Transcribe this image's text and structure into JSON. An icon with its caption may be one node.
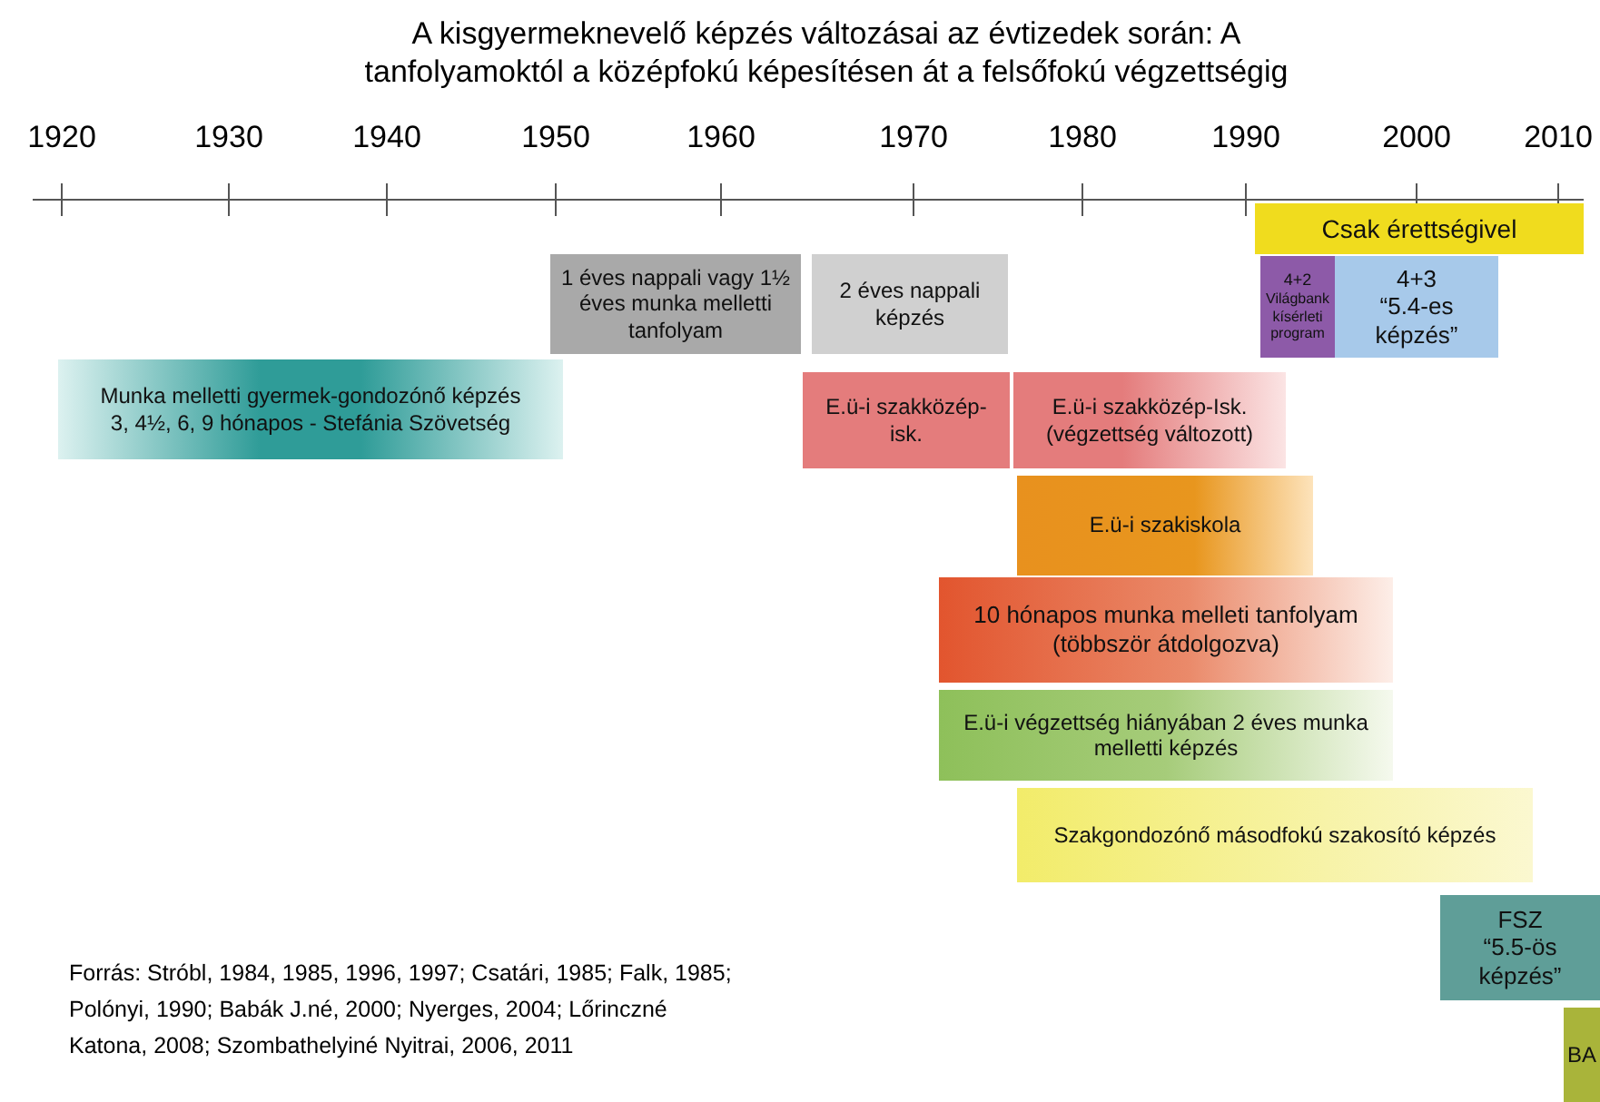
{
  "diagram": {
    "title": "A kisgyermeknevelő képzés változásai az évtizedek során: A tanfolyamoktól a középfokú képesítésen át a felsőfokú végzettségig",
    "nodes": [
      {
        "text": [
          "Csak érettségivel"
        ]
      },
      {
        "text": [
          "1 éves nappali vagy 1½ éves munka melletti tanfolyam"
        ]
      },
      {
        "text": [
          "2 éves nappali képzés"
        ]
      },
      {
        "text": [
          "4+2",
          "Világbank kísérleti program"
        ]
      },
      {
        "text": [
          "4+3",
          "“5.4-es képzés”"
        ]
      },
      {
        "text": [
          "Munka melletti gyermek-gondozónő képzés",
          "3, 4½, 6, 9 hónapos - Stefánia Szövetség"
        ]
      },
      {
        "text": [
          "E.ü-i szakközép-isk."
        ]
      },
      {
        "text": [
          "E.ü-i szakközép-Isk. (végzettség változott)"
        ]
      },
      {
        "text": [
          "E.ü-i szakiskola"
        ]
      },
      {
        "text": [
          "10 hónapos munka melleti tanfolyam (többször átdolgozva)"
        ]
      },
      {
        "text": [
          "E.ü-i végzettség hiányában 2 éves munka melletti képzés"
        ]
      },
      {
        "text": [
          "Szakgondozónő másodfokú szakosító képzés"
        ]
      },
      {
        "text": [
          "FSZ",
          "“5.5-ös képzés”"
        ]
      },
      {
        "text": [
          "BA"
        ]
      }
    ],
    "labels": [
      "1920",
      "1930",
      "1940",
      "1950",
      "1960",
      "1970",
      "1980",
      "1990",
      "2000",
      "2010",
      "Forrás: Stróbl, 1984, 1985, 1996, 1997; Csatári, 1985; Falk, 1985; Polónyi, 1990; Babák J.né, 2000; Nyerges, 2004; Lőrinczné Katona, 2008; Szombathelyiné Nyitrai, 2006, 2011"
    ]
  }
}
